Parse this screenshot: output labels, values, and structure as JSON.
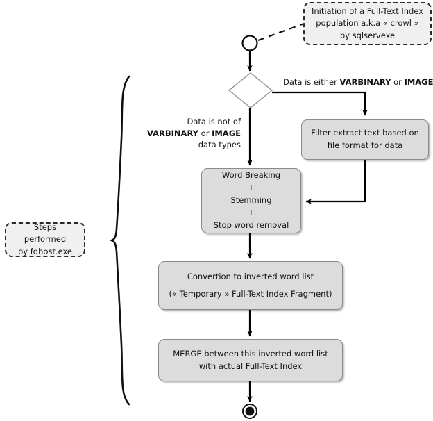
{
  "diagram": {
    "title": "Full-Text Index population activity diagram",
    "type": "uml-activity-diagram",
    "colors": {
      "box_fill": "#dcdcdc",
      "box_stroke": "#8a8a8a",
      "note_fill": "#f0f0f0",
      "note_stroke": "#2a2a2a",
      "edge_stroke": "#000000",
      "background": "#ffffff"
    },
    "notes": [
      {
        "id": "note-initiation",
        "lines": [
          "Initiation of a Full-Text Index",
          "population a.k.a « crowl »",
          "by sqlservexe"
        ]
      },
      {
        "id": "note-fdhost",
        "lines": [
          "Steps performed",
          "by fdhost.exe"
        ]
      }
    ],
    "nodes": {
      "start": {
        "kind": "initial-node",
        "label": "start"
      },
      "decision": {
        "kind": "decision-node",
        "label": "data type decision"
      },
      "filter": {
        "kind": "activity",
        "lines": [
          "Filter extract text based on",
          "file format for data"
        ]
      },
      "wordbreaking": {
        "kind": "activity",
        "lines": [
          "Word Breaking",
          "+",
          "Stemming",
          "+",
          "Stop word removal"
        ]
      },
      "convertion": {
        "kind": "activity",
        "lines": [
          "Convertion to inverted word list",
          "",
          "(« Temporary » Full-Text Index Fragment)"
        ]
      },
      "merge": {
        "kind": "activity",
        "lines": [
          "MERGE between this inverted word list",
          "with actual Full-Text Index"
        ]
      },
      "end": {
        "kind": "final-node",
        "label": "end"
      }
    },
    "edge_labels": {
      "varbinary_branch": {
        "prefix": "Data is either ",
        "bold1": "VARBINARY",
        "middle": " or ",
        "bold2": "IMAGE"
      },
      "not_varbinary_branch": {
        "line1": "Data is not of",
        "bold1": "VARBINARY",
        "middle": " or ",
        "bold2": "IMAGE",
        "line3": "data types"
      }
    }
  }
}
